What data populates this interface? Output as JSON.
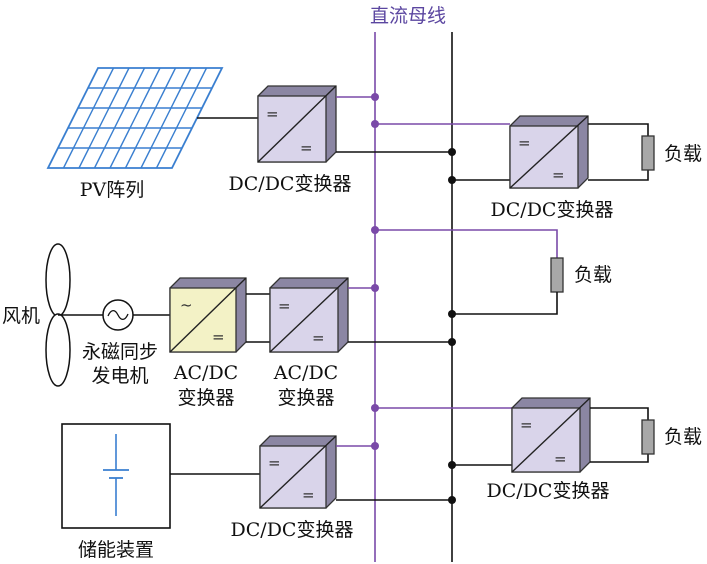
{
  "bus_label": "直流母线",
  "pv": {
    "label": "PV阵列",
    "converter_label": "DC/DC变换器"
  },
  "load_top": {
    "converter_label": "DC/DC变换器",
    "load_label": "负载"
  },
  "load_mid": {
    "load_label": "负载"
  },
  "wind": {
    "fan_label": "风机",
    "gen_label_line1": "永磁同步",
    "gen_label_line2": "发电机",
    "rectifier_label_line1": "AC/DC",
    "rectifier_label_line2": "变换器",
    "converter_label_line1": "AC/DC",
    "converter_label_line2": "变换器"
  },
  "load_bottom": {
    "converter_label": "DC/DC变换器",
    "load_label": "负载"
  },
  "storage": {
    "label": "储能装置",
    "converter_label": "DC/DC变换器"
  },
  "symbols": {
    "dc": "=",
    "ac": "~"
  },
  "colors": {
    "bus_purple": "#7a4aa8",
    "pv_blue": "#3a7fd0",
    "converter_fill": "#d9d4ea",
    "ac_fill": "#f3f2c6"
  }
}
